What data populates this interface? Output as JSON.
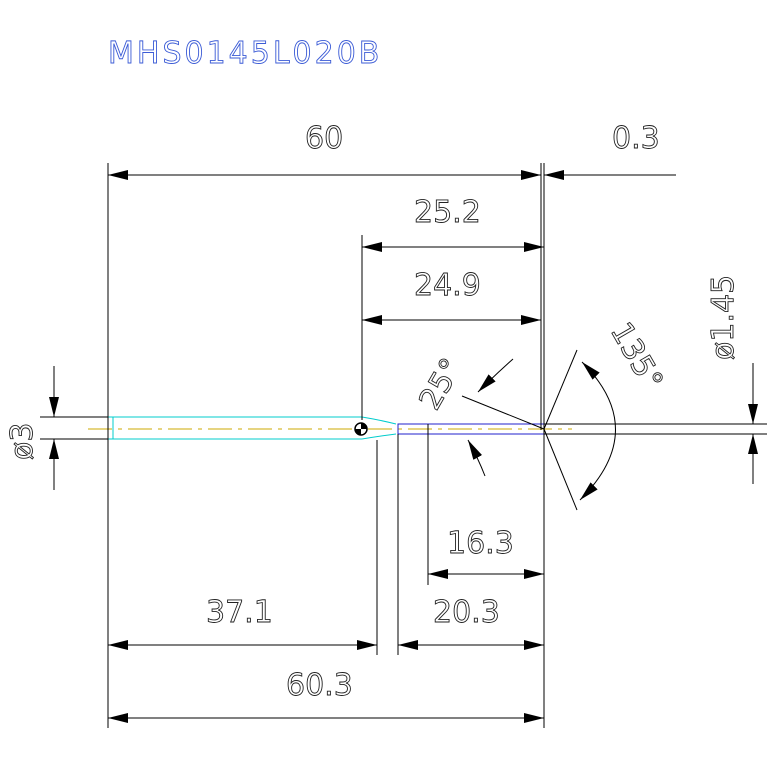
{
  "title": "MHS0145L020B",
  "dimensions": {
    "overall_length_to_tip": "60",
    "tip_offset": "0.3",
    "neck_length_a": "25.2",
    "neck_length_b": "24.9",
    "tip_diameter": "ø1.45",
    "shank_diameter": "ø3",
    "taper_angle": "25°",
    "point_angle": "135°",
    "flute_length": "16.3",
    "reduced_length": "20.3",
    "shank_length": "37.1",
    "overall_length": "60.3"
  },
  "colors": {
    "title": "#3b5bd6",
    "dimension_lines": "#000000",
    "tool_outline": "#00cccc",
    "center_line": "#ccaa00",
    "tip_outline": "#2020cc"
  }
}
